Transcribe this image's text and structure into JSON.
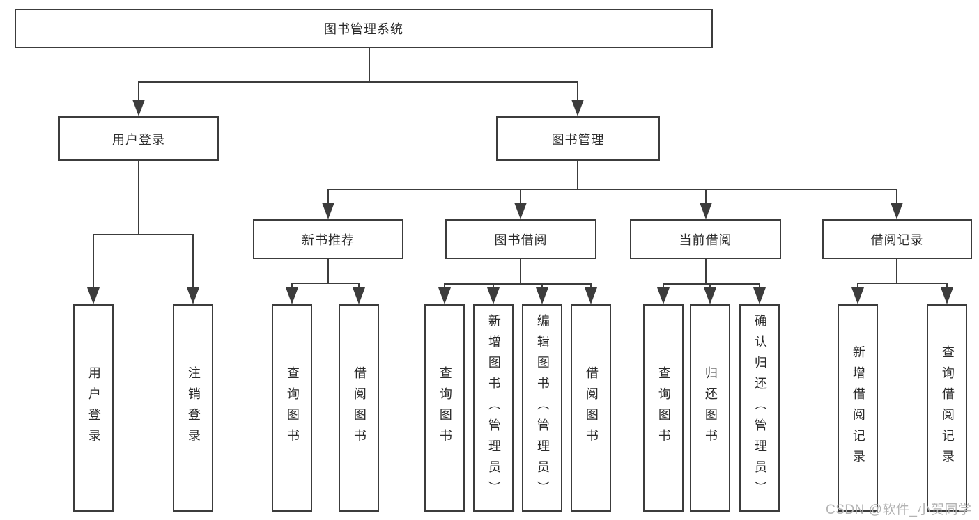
{
  "diagram_type": "hierarchy-chart",
  "tree": {
    "root": {
      "label": "图书管理系统",
      "children": [
        {
          "label": "用户登录",
          "children": [
            {
              "label": "用户登录"
            },
            {
              "label": "注销登录"
            }
          ]
        },
        {
          "label": "图书管理",
          "children": [
            {
              "label": "新书推荐",
              "children": [
                {
                  "label": "查询图书"
                },
                {
                  "label": "借阅图书"
                }
              ]
            },
            {
              "label": "图书借阅",
              "children": [
                {
                  "label": "查询图书"
                },
                {
                  "label": "新增图书（管理员）"
                },
                {
                  "label": "编辑图书（管理员）"
                },
                {
                  "label": "借阅图书"
                }
              ]
            },
            {
              "label": "当前借阅",
              "children": [
                {
                  "label": "查询图书"
                },
                {
                  "label": "归还图书"
                },
                {
                  "label": "确认归还（管理员）"
                }
              ]
            },
            {
              "label": "借阅记录",
              "children": [
                {
                  "label": "新增借阅记录"
                },
                {
                  "label": "查询借阅记录"
                }
              ]
            }
          ]
        }
      ]
    }
  },
  "watermark": {
    "text": "CSDN @软件_小贺同学"
  },
  "colors": {
    "background": "#ffffff",
    "box_border": "#3c3c3c",
    "line": "#3c3c3c",
    "text": "#2b2b2b",
    "watermark_text": "#b3b3b3"
  }
}
